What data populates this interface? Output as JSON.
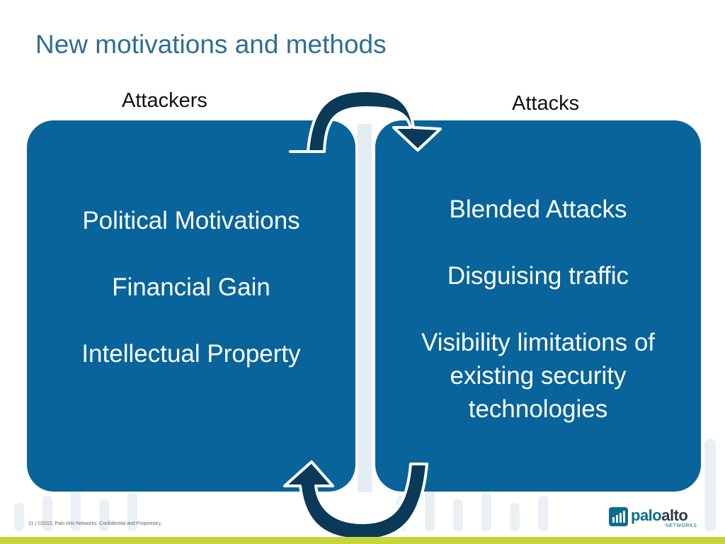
{
  "slide": {
    "title": "New motivations and methods"
  },
  "left_panel": {
    "heading": "Attackers",
    "items": [
      "Political Motivations",
      "Financial Gain",
      "Intellectual Property"
    ]
  },
  "right_panel": {
    "heading": "Attacks",
    "items": [
      "Blended Attacks",
      "Disguising traffic",
      "Visibility limitations of existing security technologies"
    ]
  },
  "footer": {
    "text": "11  |  ©2012, Palo Alto Networks. Confidential and Proprietary."
  },
  "logo": {
    "part1": "palo",
    "part2": "alto",
    "sub": "NETWORKS"
  },
  "colors": {
    "title": "#2f6e94",
    "panel": "#08649a",
    "arrow_fill": "#0a3a57",
    "accent_line": "#c6d63a"
  },
  "icons": {
    "cycle_arrows": "curved-arrow-icon",
    "logo_mark": "palo-alto-logo-icon"
  }
}
